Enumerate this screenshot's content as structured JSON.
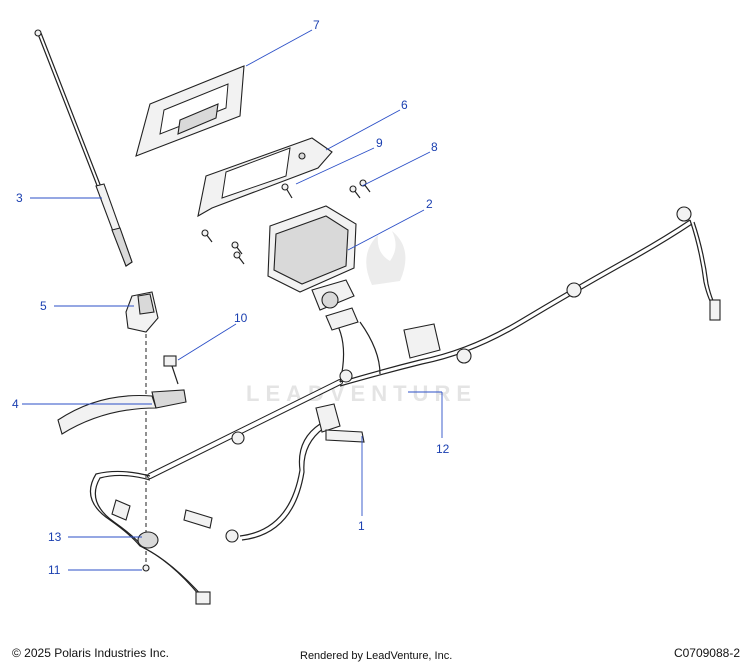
{
  "callouts": [
    "7",
    "6",
    "9",
    "8",
    "3",
    "2",
    "5",
    "10",
    "4",
    "12",
    "1",
    "13",
    "11"
  ],
  "watermark": "LEADVENTURE",
  "footer": {
    "copyright": "© 2025 Polaris Industries Inc.",
    "rendered_by": "Rendered by LeadVenture, Inc.",
    "diagram_code": "C0709088-2"
  }
}
